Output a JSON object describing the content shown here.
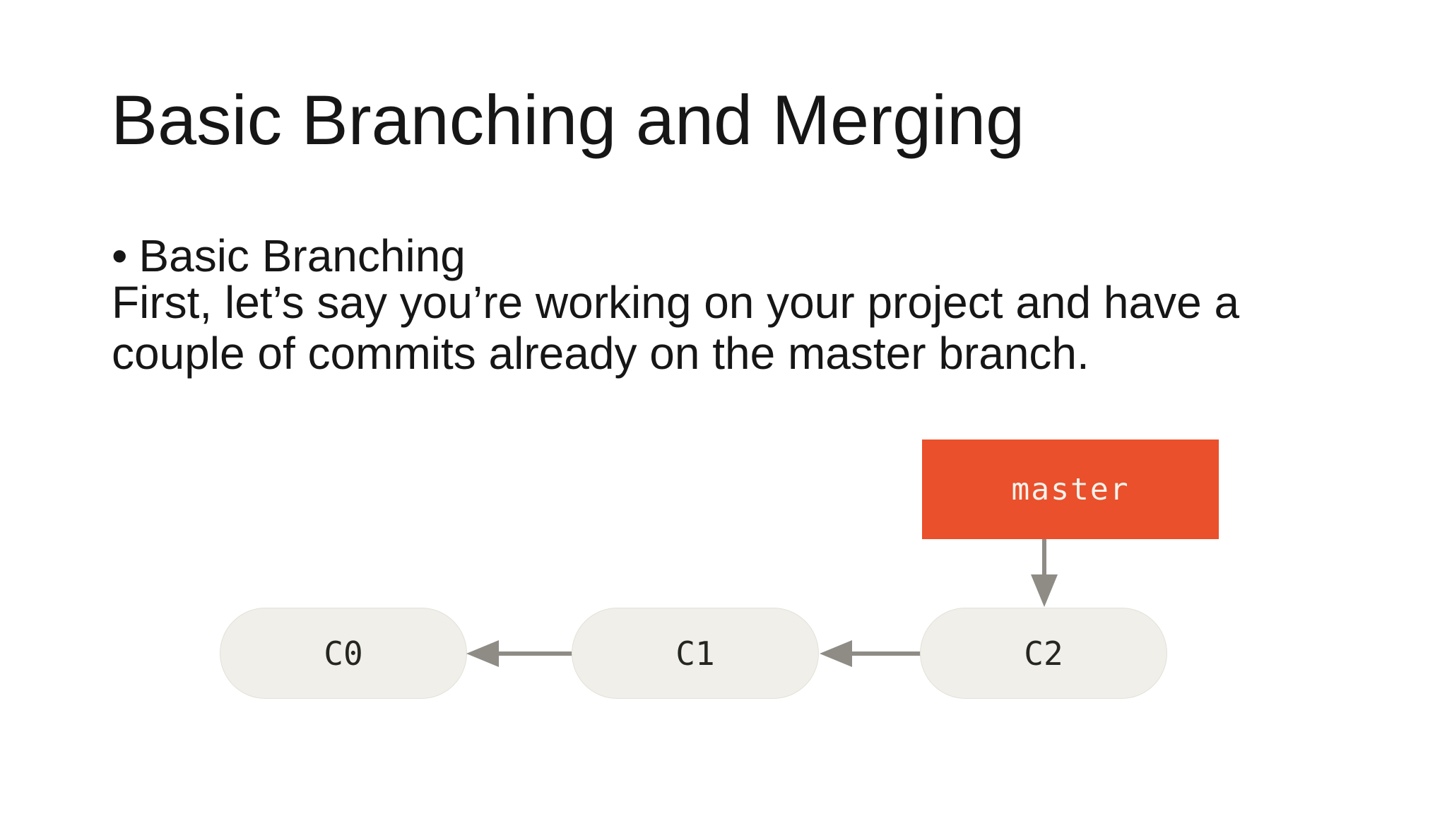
{
  "slide": {
    "title": "Basic Branching and Merging",
    "bullet": {
      "marker": "•",
      "label": "Basic Branching"
    },
    "paragraph": {
      "line1": "First, let’s say you’re working on your project and have a",
      "line2": "couple of commits already on the master branch."
    }
  },
  "diagram": {
    "branch": {
      "label": "master"
    },
    "commits": [
      {
        "id": "C0"
      },
      {
        "id": "C1"
      },
      {
        "id": "C2"
      }
    ],
    "colors": {
      "branch_box": "#e9502b",
      "branch_label_text": "#f6f2ec",
      "commit_fill": "#f0efe9",
      "commit_outline": "#e2e1d9",
      "commit_text": "#262620",
      "arrow": "#8e8c85",
      "body_text": "#161616",
      "background": "#ffffff"
    }
  }
}
